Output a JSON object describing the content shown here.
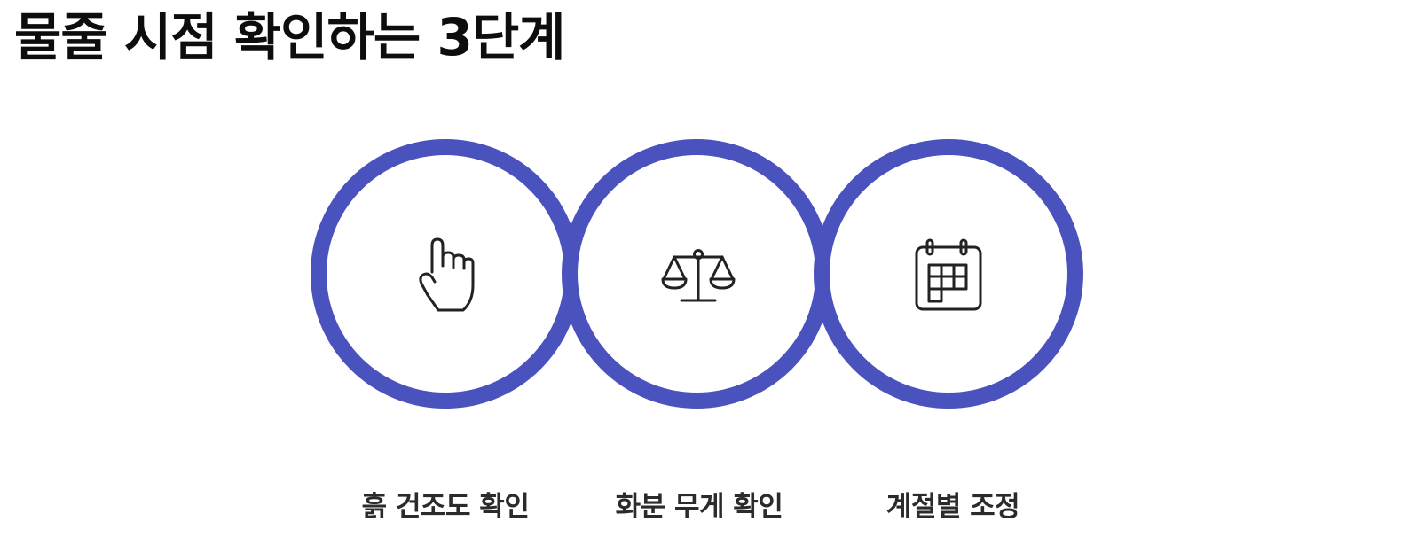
{
  "title": "물줄 시점 확인하는 3단계",
  "accent_color": "#4a52bd",
  "steps": [
    {
      "label": "흙 건조도 확인",
      "icon": "pointing-hand-icon"
    },
    {
      "label": "화분 무게 확인",
      "icon": "balance-scale-icon"
    },
    {
      "label": "계절별 조정",
      "icon": "calendar-icon"
    }
  ]
}
